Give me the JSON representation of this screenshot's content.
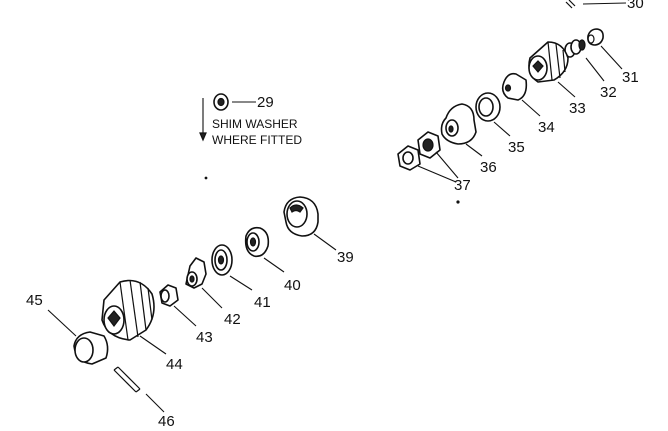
{
  "note": {
    "line1": "SHIM WASHER",
    "line2": "WHERE FITTED"
  },
  "callouts": {
    "p29": "29",
    "p30": "30",
    "p31": "31",
    "p32": "32",
    "p33": "33",
    "p34": "34",
    "p35": "35",
    "p36": "36",
    "p37": "37",
    "p39": "39",
    "p40": "40",
    "p41": "41",
    "p42": "42",
    "p43": "43",
    "p44": "44",
    "p45": "45",
    "p46": "46"
  }
}
